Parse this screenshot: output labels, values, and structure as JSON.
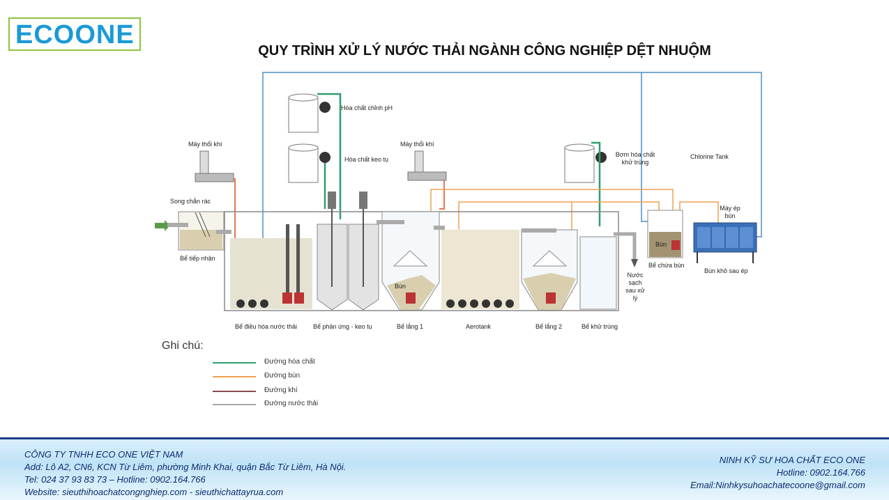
{
  "logo": {
    "text": "ECOONE"
  },
  "title": "QUY TRÌNH XỬ LÝ NƯỚC THẢI NGÀNH CÔNG NGHIỆP DỆT NHUỘM",
  "diagram": {
    "labels": {
      "may_thoi_khi_1": "Máy thổi khí",
      "may_thoi_khi_2": "Máy thổi khí",
      "song_chan_rac": "Song chắn rác",
      "hoa_chat_chinh_ph": "Hóa chất chỉnh pH",
      "hoa_chat_keo_tu": "Hóa chất keo tụ",
      "bom_hoa_chat_khu_trung": "Bơm hóa chất khử trùng",
      "chlorine_tank": "Chlorine Tank",
      "may_ep_bun": "Máy ép bùn",
      "be_tiep_nhan": "Bể tiếp nhận",
      "be_dieu_hoa": "Bể điều hòa nước thải",
      "be_phan_ung": "Bể phản ứng - keo tụ",
      "be_lang_1": "Bể lắng 1",
      "aerotank": "Aerotank",
      "be_lang_2": "Bể lắng 2",
      "be_khu_trung": "Bể khử trùng",
      "be_chua_bun": "Bể chứa bùn",
      "bun_kho_sau_ep": "Bùn khô sau ép",
      "bun_1": "Bùn",
      "bun_2": "Bùn",
      "nuoc_sach": "Nước sạch sau xử lý"
    }
  },
  "legend": {
    "title": "Ghi chú:",
    "items": [
      {
        "label": "Đường hóa chất",
        "color": "#2e9e6b"
      },
      {
        "label": "Đường bùn",
        "color": "#f0a050"
      },
      {
        "label": "Đường khí",
        "color": "#8b4a4a"
      },
      {
        "label": "Đường nước thải",
        "color": "#a8a8a8"
      }
    ]
  },
  "footer": {
    "company": "CÔNG TY TNHH ECO ONE VIỆT NAM",
    "address": "Add: Lô A2, CN6, KCN Từ Liêm, phường Minh Khai, quận Bắc Từ Liêm, Hà Nội.",
    "tel": "Tel: 024 37 93 83 73 – Hotline: 0902.164.766",
    "website": "Website: sieuthihoachatcongnghiep.com - sieuthichattayrua.com",
    "right_title": "NINH KỸ SƯ HOA CHẤT ECO ONE",
    "right_hotline": "Hotline: 0902.164.766",
    "right_email": "Email:Ninhkysuhoachatecoone@gmail.com"
  }
}
